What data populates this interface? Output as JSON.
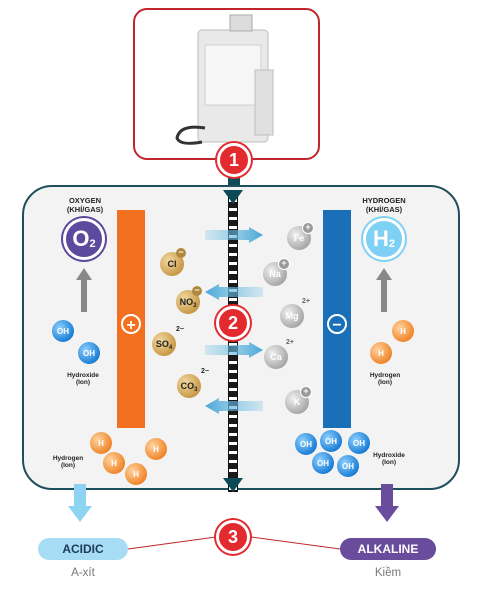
{
  "badges": {
    "one": "1",
    "two": "2",
    "three": "3"
  },
  "oxygen": {
    "label": "OXYGEN",
    "sublabel": "(KHÍ/GAS)",
    "symbol": "O",
    "subscript": "2"
  },
  "hydrogen_gas": {
    "label": "HYDROGEN",
    "sublabel": "(KHÍ/GAS)",
    "symbol": "H",
    "subscript": "2"
  },
  "electrodes": {
    "positive": "+",
    "negative": "−"
  },
  "left_ions": [
    {
      "symbol": "Cl",
      "charge": "−"
    },
    {
      "symbol": "NO",
      "sub": "3",
      "charge": "−"
    },
    {
      "symbol": "SO",
      "sub": "4",
      "charge": "2−"
    },
    {
      "symbol": "CO",
      "sub": "3",
      "charge": "2−"
    }
  ],
  "right_ions": [
    {
      "symbol": "Fe",
      "charge": "+"
    },
    {
      "symbol": "Na",
      "charge": "+"
    },
    {
      "symbol": "Mg",
      "charge": "2+"
    },
    {
      "symbol": "Ca",
      "charge": "2+"
    },
    {
      "symbol": "K",
      "charge": "+"
    }
  ],
  "molecules": {
    "oh": "OH",
    "h": "H"
  },
  "labels": {
    "hydroxide_left": "Hydroxide",
    "hydroxide_left_sub": "(Ion)",
    "hydrogen_right": "Hydrogen",
    "hydrogen_right_sub": "(Ion)",
    "hydrogen_left": "Hydrogen",
    "hydrogen_left_sub": "(Ion)",
    "hydroxide_right": "Hydroxide",
    "hydroxide_right_sub": "(Ion)"
  },
  "outputs": {
    "acidic": {
      "label": "ACIDIC",
      "sublabel": "A-xít",
      "color": "#a7dcf5"
    },
    "alkaline": {
      "label": "ALKALINE",
      "sublabel": "Kiềm",
      "color": "#6a4c9c"
    }
  },
  "colors": {
    "accent_red": "#e22a2f",
    "anode": "#f37021",
    "cathode": "#1a6fb8",
    "oxygen": "#5b4a9e",
    "hydrogen": "#7fd0f5"
  }
}
